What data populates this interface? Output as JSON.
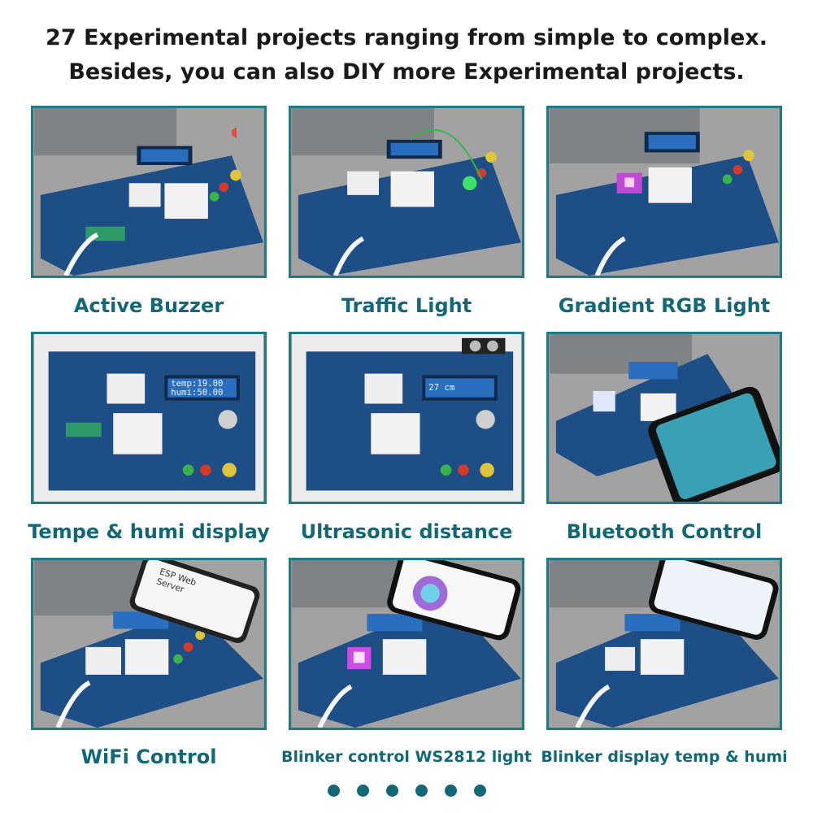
{
  "header": {
    "line1": "27 Experimental projects ranging from simple to complex.",
    "line2": "Besides, you can also DIY more Experimental projects."
  },
  "projects": [
    {
      "caption": "Active Buzzer"
    },
    {
      "caption": "Traffic Light"
    },
    {
      "caption": "Gradient RGB Light"
    },
    {
      "caption": "Tempe & humi display",
      "lcd_line1": "temp:19.00",
      "lcd_line2": "humi:50.00"
    },
    {
      "caption": "Ultrasonic distance",
      "lcd_line1": "27   cm"
    },
    {
      "caption": "Bluetooth Control"
    },
    {
      "caption": "WiFi Control",
      "phone_line1": "ESP Web",
      "phone_line2": "Server"
    },
    {
      "caption": "Blinker control WS2812 light"
    },
    {
      "caption": "Blinker display temp & humi"
    }
  ],
  "pagination": {
    "count": 6
  },
  "colors": {
    "accent": "#136878",
    "card_border": "#1f7a86",
    "board": "#1d4f86",
    "headline": "#1a1a1a"
  }
}
